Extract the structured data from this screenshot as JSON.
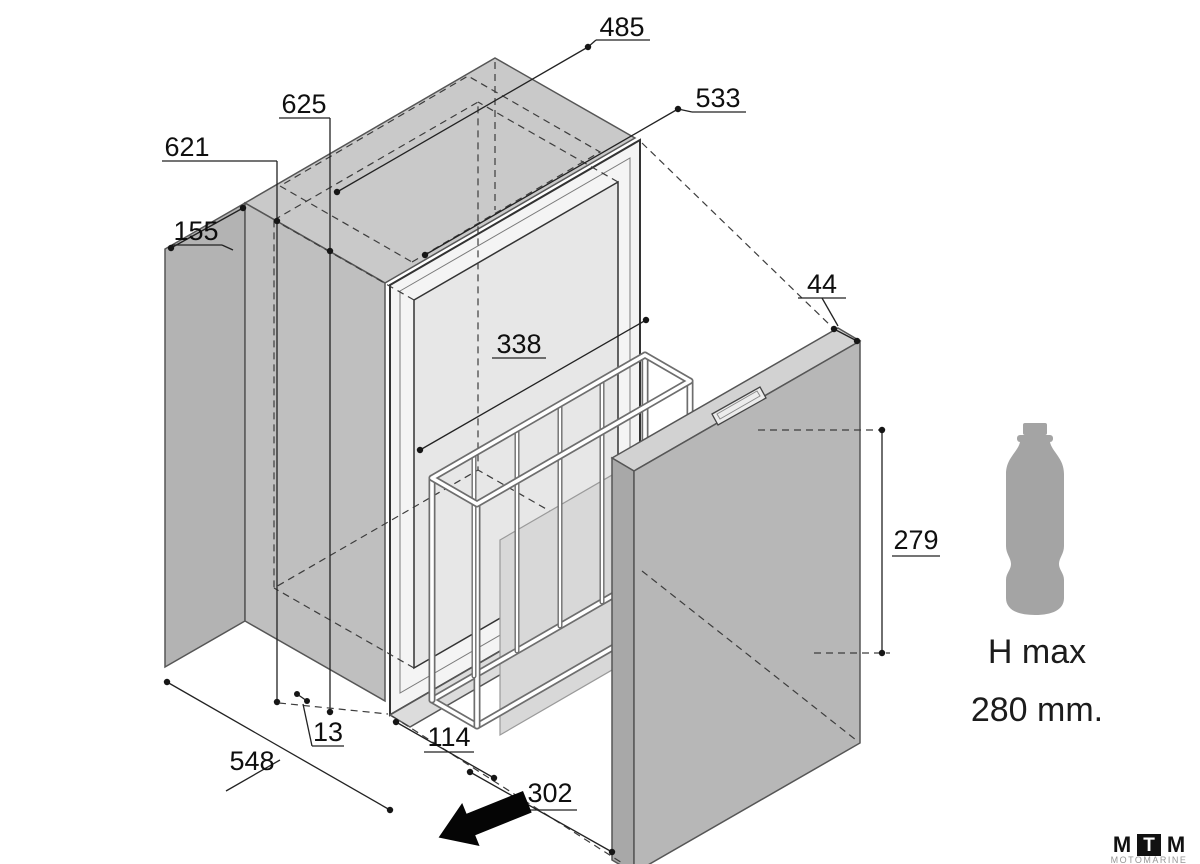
{
  "drawing": {
    "dimensions": {
      "cutout_top_width": "485",
      "flange_width": "533",
      "flange_height": "625",
      "cutout_height": "621",
      "left_recess_depth": "155",
      "door_thickness": "44",
      "opening_width": "338",
      "basket_height": "279",
      "flange_lip": "13",
      "cabinet_depth": "548",
      "front_offset": "114",
      "slide_travel": "302"
    },
    "bottle_note": {
      "line1": "H max",
      "line2": "280 mm."
    },
    "brand": {
      "m1": "M",
      "t": "T",
      "m2": "M",
      "tagline": "MOTOMARINE"
    }
  }
}
